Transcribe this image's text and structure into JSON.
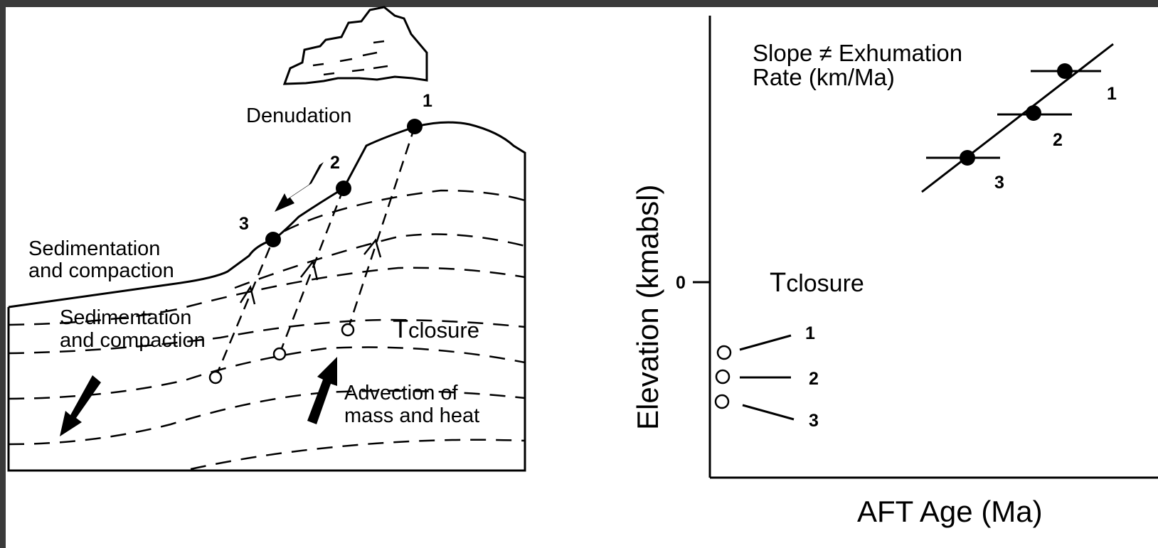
{
  "left_panel": {
    "denudation": "Denudation",
    "sedimentation_upper": [
      "Sedimentation",
      "and compaction"
    ],
    "sedimentation_lower": [
      "Sedimentation",
      "and compaction"
    ],
    "advection": [
      "Advection of",
      "mass and heat"
    ],
    "tclosure_big": "T",
    "tclosure_rest": "closure",
    "sample_labels": [
      "1",
      "2",
      "3"
    ]
  },
  "right_panel": {
    "slope_text": [
      "Slope ≠ Exhumation",
      "Rate (km/Ma)"
    ],
    "y_axis_label": "Elevation (kmabsl)",
    "x_axis_label": "AFT Age (Ma)",
    "zero_tick": "0",
    "tclosure_big": "T",
    "tclosure_rest": "closure",
    "sample_labels": [
      "1",
      "2",
      "3"
    ],
    "closure_labels": [
      "1",
      "2",
      "3"
    ]
  }
}
